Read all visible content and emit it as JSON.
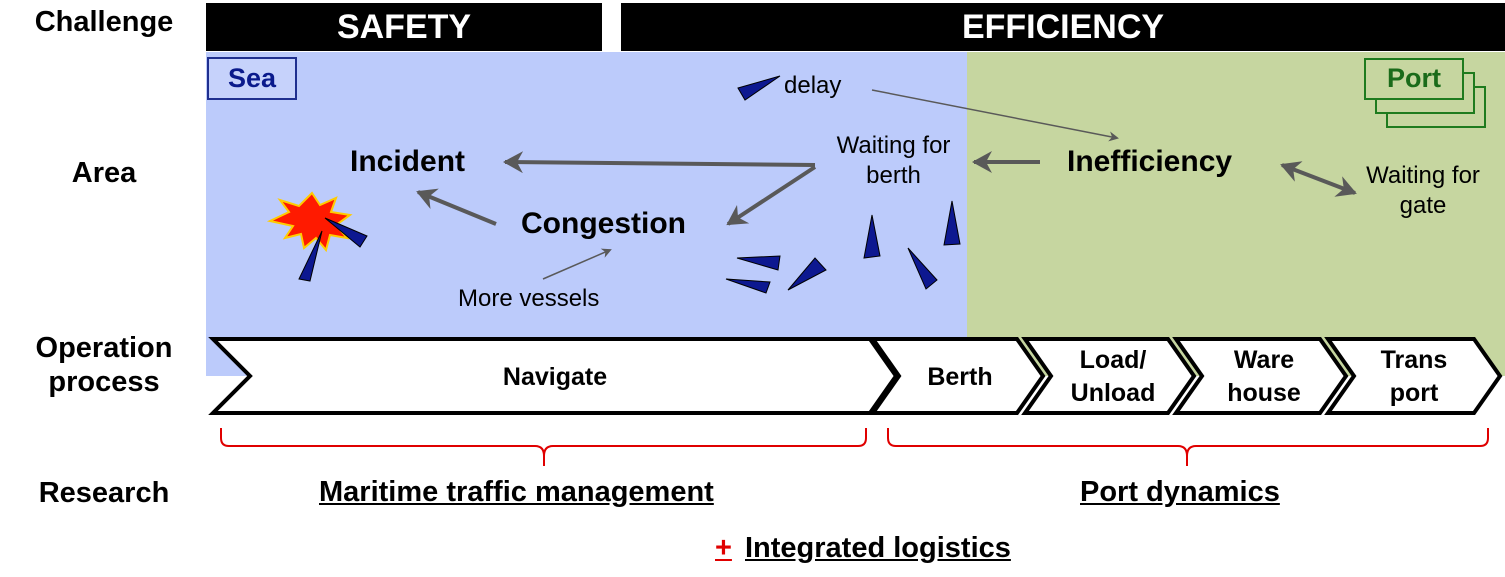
{
  "rows": {
    "challenge": "Challenge",
    "area": "Area",
    "operation_process": "Operation process",
    "research": "Research"
  },
  "challenges": {
    "safety": "SAFETY",
    "efficiency": "EFFICIENCY"
  },
  "areas": {
    "sea": "Sea",
    "port": "Port",
    "sea_color": "#bccbfb",
    "port_color": "#c6d6a0"
  },
  "concepts": {
    "incident": "Incident",
    "congestion": "Congestion",
    "inefficiency": "Inefficiency",
    "more_vessels": "More vessels",
    "delay": "delay",
    "waiting_for_berth": "Waiting for berth",
    "waiting_for_gate": "Waiting for gate"
  },
  "process_steps": [
    "Navigate",
    "Berth",
    "Load/ Unload",
    "Ware house",
    "Trans port"
  ],
  "research": {
    "maritime": "Maritime traffic management",
    "port": "Port dynamics",
    "plus": "+",
    "integrated": "Integrated logistics"
  },
  "colors": {
    "vessel": "#0d1890",
    "arrow": "#595959",
    "brace": "#e00000",
    "explosion": "#ff1a00"
  }
}
